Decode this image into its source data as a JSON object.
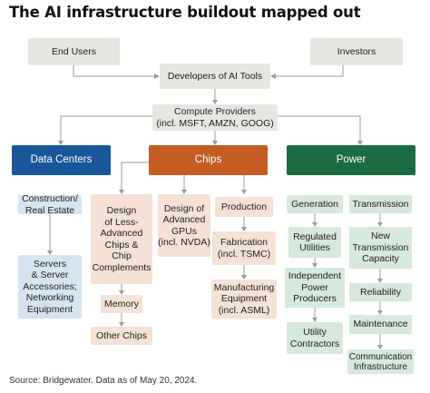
{
  "title": "The AI infrastructure buildout mapped out",
  "top": {
    "end_users": "End Users",
    "investors": "Investors",
    "developers": "Developers of AI Tools",
    "compute": "Compute Providers\n(incl. MSFT, AMZN, GOOG)"
  },
  "headers": {
    "data_centers": "Data Centers",
    "chips": "Chips",
    "power": "Power"
  },
  "data_centers": {
    "construction": "Construction/\nReal Estate",
    "servers": "Servers\n& Server\nAccessories;\nNetworking\nEquipment"
  },
  "chips": {
    "less_advanced": "Design\nof Less-\nAdvanced\nChips &\nChip\nComplements",
    "memory": "Memory",
    "other": "Other Chips",
    "advanced_gpus": "Design of\nAdvanced\nGPUs\n(incl. NVDA)",
    "production": "Production",
    "fabrication": "Fabrication\n(incl. TSMC)",
    "manufacturing": "Manufacturing\nEquipment\n(incl. ASML)"
  },
  "power": {
    "generation": "Generation",
    "regulated": "Regulated\nUtilities",
    "independent": "Independent\nPower\nProducers",
    "utility": "Utility\nContractors",
    "transmission": "Transmission",
    "new_transmission": "New\nTransmission\nCapacity",
    "reliability": "Reliability",
    "maintenance": "Maintenance",
    "communication": "Communication\nInfrastructure"
  },
  "source": "Source: Bridgewater. Data as of May 20, 2024.",
  "colors": {
    "data_centers": "#19579b",
    "chips": "#c45c24",
    "power": "#1b6b43",
    "grey_box": "#e8e6e1",
    "blue_box": "#d6e4f2",
    "peach_box": "#f6e1d5",
    "green_box": "#d6e9dc"
  }
}
